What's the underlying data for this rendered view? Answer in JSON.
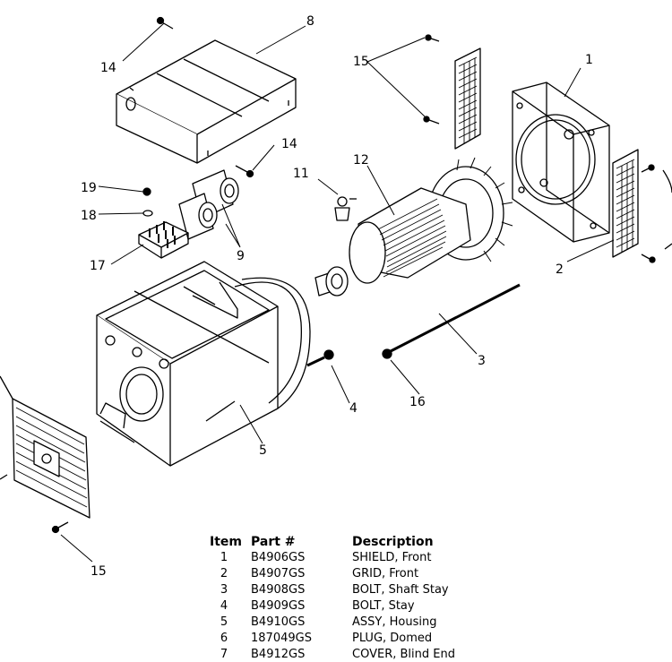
{
  "callouts": {
    "c1": "1",
    "c2": "2",
    "c3": "3",
    "c4": "4",
    "c5": "5",
    "c8": "8",
    "c9": "9",
    "c11": "11",
    "c12": "12",
    "c14a": "14",
    "c14b": "14",
    "c15a": "15",
    "c15b": "15",
    "c16": "16",
    "c17": "17",
    "c18": "18",
    "c19": "19"
  },
  "table": {
    "headers": {
      "item": "Item",
      "part": "Part #",
      "description": "Description"
    },
    "rows": [
      {
        "item": "1",
        "part": "B4906GS",
        "description": "SHIELD, Front"
      },
      {
        "item": "2",
        "part": "B4907GS",
        "description": "GRID, Front"
      },
      {
        "item": "3",
        "part": "B4908GS",
        "description": "BOLT, Shaft Stay"
      },
      {
        "item": "4",
        "part": "B4909GS",
        "description": "BOLT, Stay"
      },
      {
        "item": "5",
        "part": "B4910GS",
        "description": "ASSY, Housing"
      },
      {
        "item": "6",
        "part": "187049GS",
        "description": "PLUG, Domed"
      },
      {
        "item": "7",
        "part": "B4912GS",
        "description": "COVER, Blind End"
      }
    ]
  }
}
